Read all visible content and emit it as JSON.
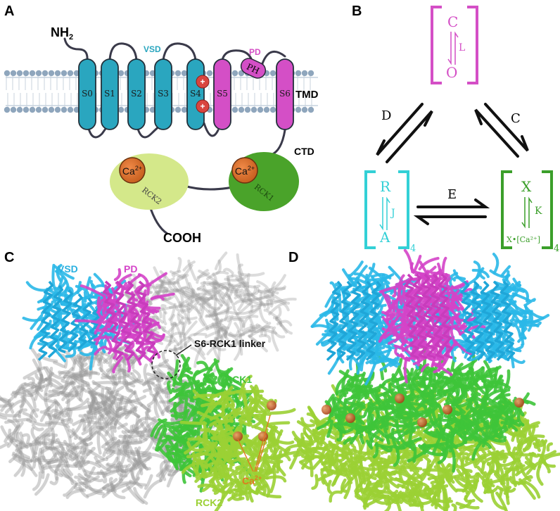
{
  "panels": {
    "a": {
      "letter": "A",
      "nh2": "NH",
      "nh2_sub": "2",
      "vsd": "VSD",
      "pd": "PD",
      "ph": "PH",
      "tmd": "TMD",
      "ctd": "CTD",
      "cooh": "COOH",
      "segments": [
        "S0",
        "S1",
        "S2",
        "S3",
        "S4",
        "S5",
        "S6"
      ],
      "charge": "+",
      "ca": "Ca",
      "ca_sup": "2+",
      "rck1": "RCK1",
      "rck2": "RCK2"
    },
    "b": {
      "letter": "B",
      "top_state": [
        "C",
        "O"
      ],
      "top_constant": "L",
      "left_state": [
        "R",
        "A"
      ],
      "left_constant": "J",
      "left_subscript": "4",
      "right_state": [
        "X",
        "X•[Ca²⁺]"
      ],
      "right_constant": "K",
      "right_subscript": "4",
      "d": "D",
      "c": "C",
      "e": "E"
    },
    "c": {
      "letter": "C",
      "vsd": "VSD",
      "pd": "PD",
      "linker": "S6-RCK1 linker",
      "rck1": "RCK1",
      "rck2": "RCK2",
      "ca": "Ca",
      "ca_sup": "2+"
    },
    "d": {
      "letter": "D"
    }
  },
  "colors": {
    "teal": "#2aa6bf",
    "magenta": "#d44fc6",
    "lightgreen": "#d4e88a",
    "green": "#4aa32a",
    "orange": "#e07a35",
    "cyan": "#33d0d6",
    "darkgreen": "#3b9f2a",
    "membrane": "#8fa6bd",
    "gray": "#b5b5b5"
  }
}
